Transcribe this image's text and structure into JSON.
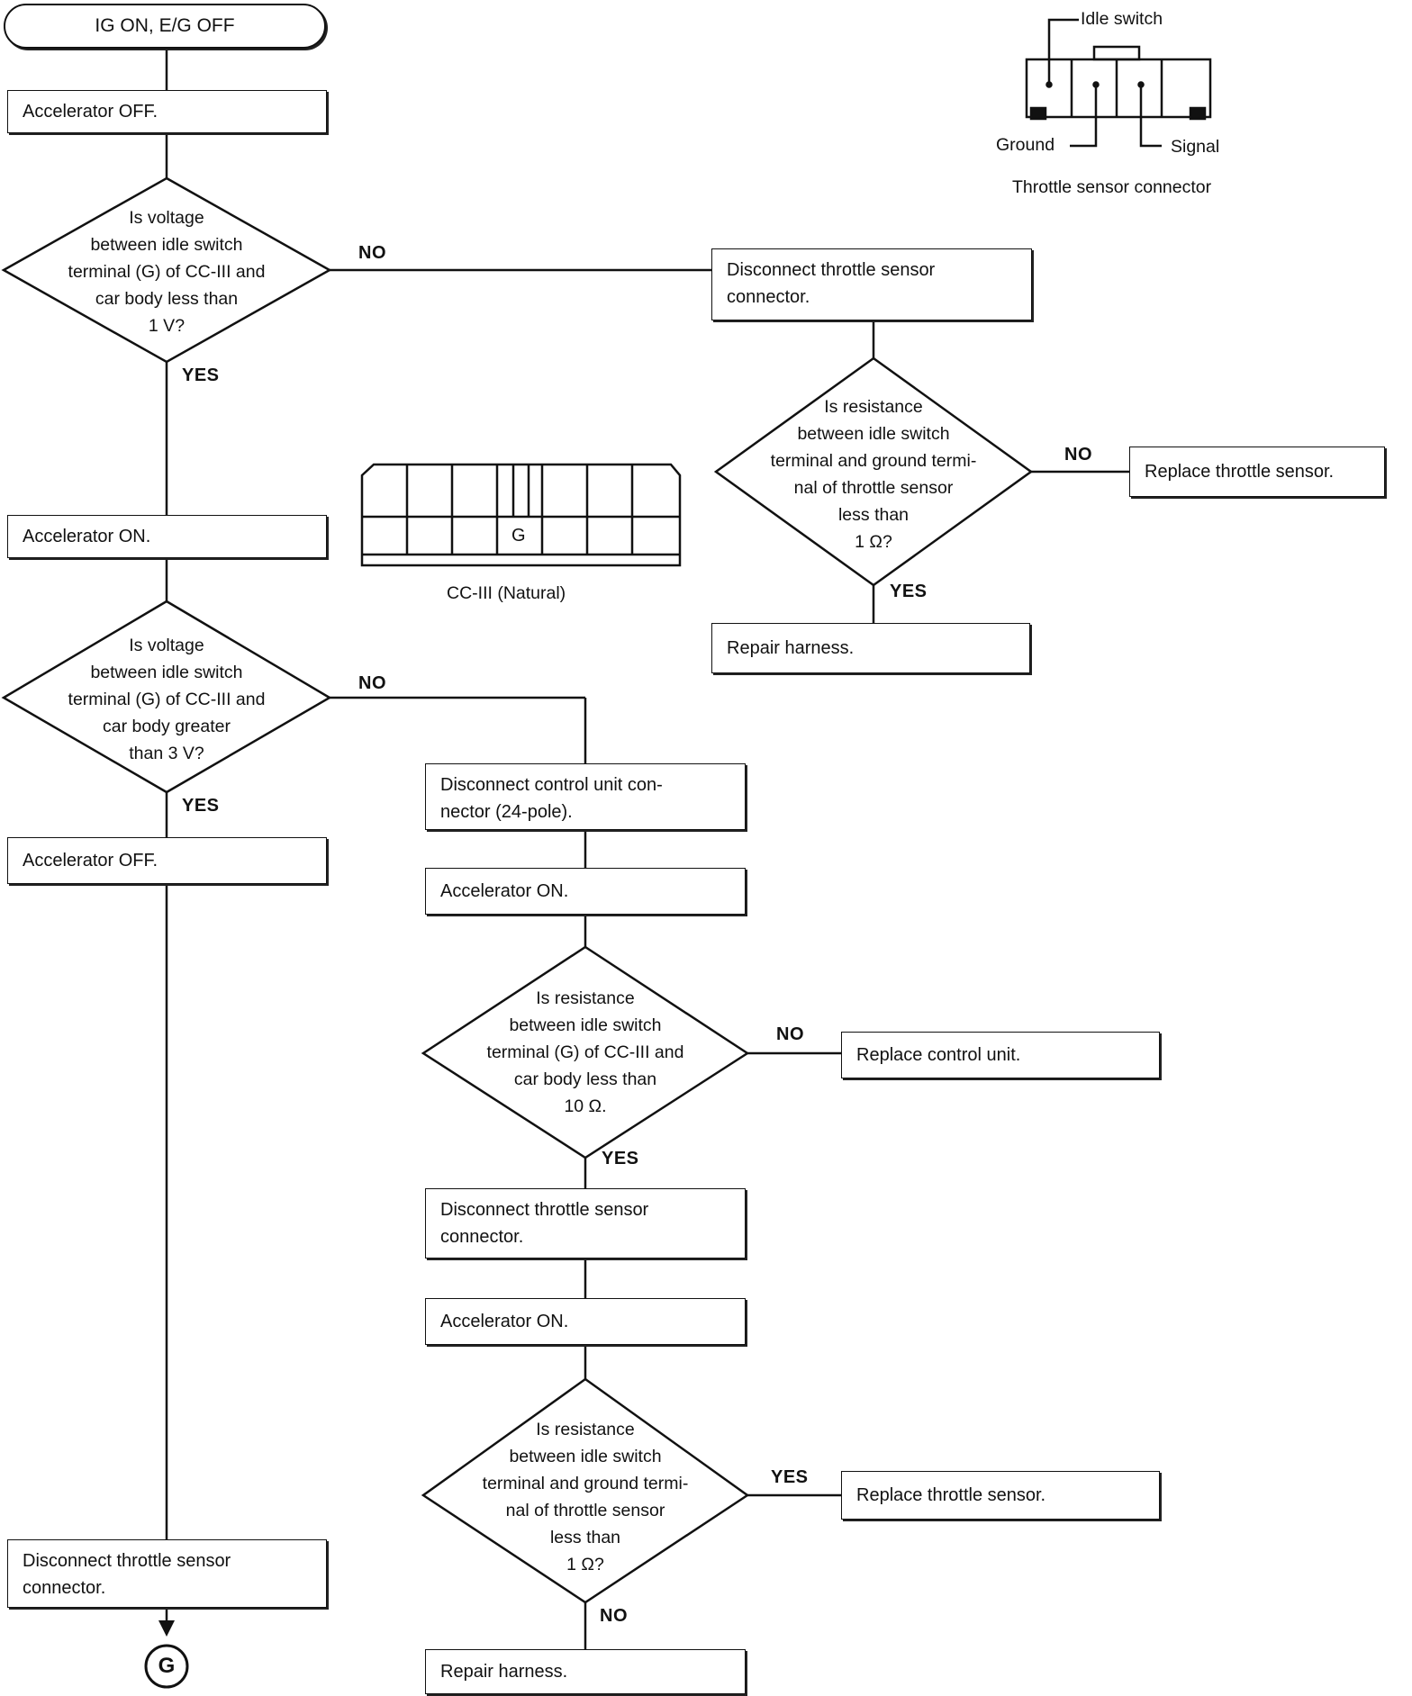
{
  "start": "IG ON, E/G OFF",
  "steps": {
    "accel_off_1": "Accelerator OFF.",
    "q1": "Is voltage\nbetween idle switch\nterminal (G) of CC-III and\ncar body less than\n1 V?",
    "disc_ts_1": "Disconnect throttle sensor\nconnector.",
    "q2": "Is resistance\nbetween idle switch\nterminal and ground termi-\nnal of throttle sensor\nless than\n1 Ω?",
    "replace_ts_1": "Replace throttle sensor.",
    "repair_1": "Repair harness.",
    "accel_on_1": "Accelerator ON.",
    "q3": "Is voltage\nbetween idle switch\nterminal (G) of CC-III and\ncar body greater\nthan 3 V?",
    "accel_off_2": "Accelerator OFF.",
    "disc_cu": "Disconnect control unit con-\nnector (24-pole).",
    "accel_on_2": "Accelerator ON.",
    "q4": "Is resistance\nbetween idle switch\nterminal (G) of CC-III and\ncar body less than\n10 Ω.",
    "replace_cu": "Replace control unit.",
    "disc_ts_2": "Disconnect throttle sensor\nconnector.",
    "accel_on_3": "Accelerator ON.",
    "q5": "Is resistance\nbetween idle switch\nterminal and ground termi-\nnal of throttle sensor\nless than\n1 Ω?",
    "replace_ts_2": "Replace throttle sensor.",
    "disc_ts_3": "Disconnect throttle sensor\nconnector.",
    "repair_2": "Repair harness.",
    "end_connector": "G"
  },
  "labels": {
    "yes": "YES",
    "no": "NO"
  },
  "throttle_connector": {
    "idle_switch": "Idle switch",
    "ground": "Ground",
    "signal": "Signal",
    "caption": "Throttle sensor connector"
  },
  "cc3_connector": {
    "terminal": "G",
    "caption": "CC-III (Natural)"
  }
}
